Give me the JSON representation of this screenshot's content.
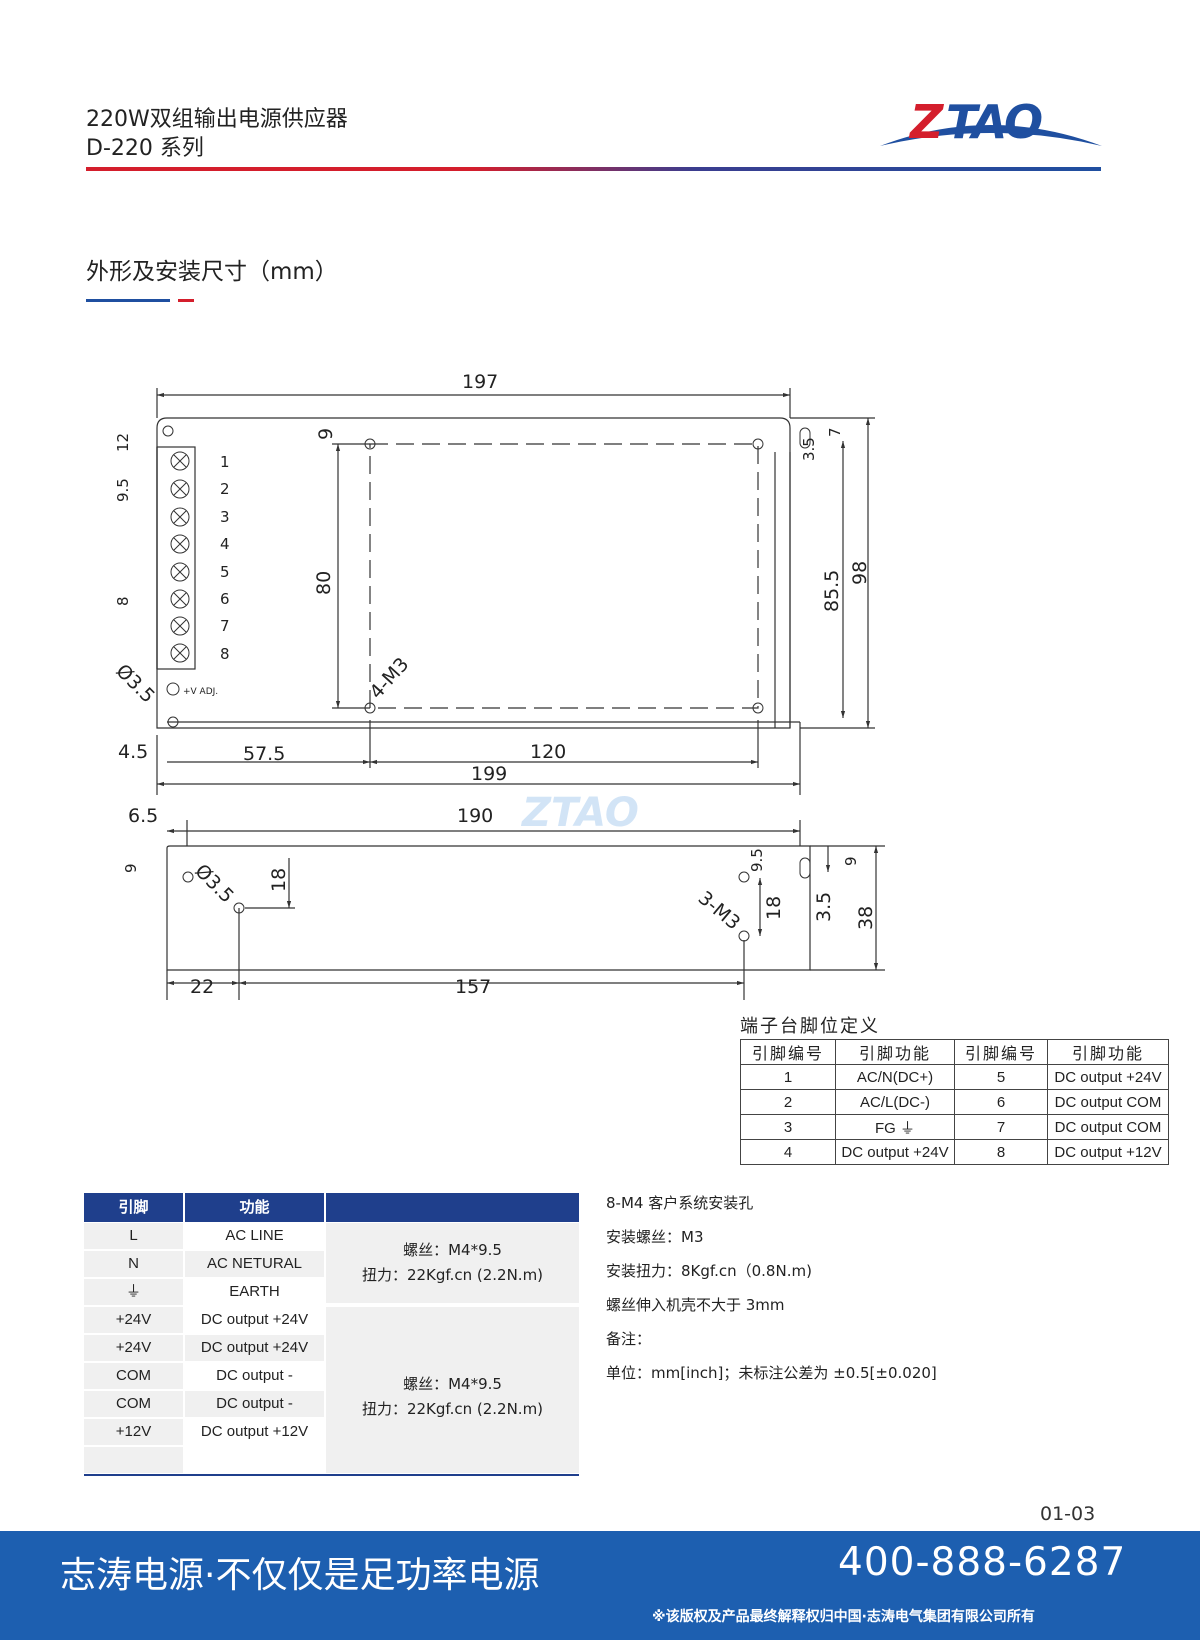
{
  "header": {
    "title_line1": "220W双组输出电源供应器",
    "title_line2": "D-220  系列",
    "logo_text": "ZTAO",
    "brand_colors": {
      "blue": "#1f4fa0",
      "red": "#d41e2c"
    }
  },
  "section": {
    "title": "外形及安装尺寸（mm）"
  },
  "drawing": {
    "top_view": {
      "terminal_numbers": [
        "1",
        "2",
        "3",
        "4",
        "5",
        "6",
        "7",
        "8"
      ],
      "vadj_label": "+V ADJ.",
      "dims": {
        "width_top": "197",
        "width_bottom": "199",
        "left_offset": "4.5",
        "hole_left": "57.5",
        "hole_span": "120",
        "hole_top": "9",
        "hole_height": "80",
        "height_inner": "85.5",
        "height_total": "98",
        "slot_small": "3.5",
        "slot_top": "7",
        "terminal_top": "12",
        "terminal_pitch": "9.5",
        "terminal_pitch2": "8",
        "hole_dia": "Ø3.5",
        "screw_holes": "4-M3"
      }
    },
    "side_view": {
      "dims": {
        "length": "190",
        "left_offset": "6.5",
        "top_hole": "9",
        "hole_dia": "Ø3.5",
        "left_hole_height": "18",
        "right_top": "9.5",
        "right_height": "18",
        "slot_w": "3.5",
        "slot_top": "9",
        "height": "38",
        "left_span": "22",
        "hole_span": "157",
        "screw_holes": "3-M3"
      }
    }
  },
  "pin_table": {
    "title": "端子台脚位定义",
    "headers": [
      "引脚编号",
      "引脚功能",
      "引脚编号",
      "引脚功能"
    ],
    "rows": [
      [
        "1",
        "AC/N(DC+)",
        "5",
        "DC output +24V"
      ],
      [
        "2",
        "AC/L(DC-)",
        "6",
        "DC output COM"
      ],
      [
        "3",
        "FG ⏚",
        "7",
        "DC output COM"
      ],
      [
        "4",
        "DC output +24V",
        "8",
        "DC output +12V"
      ]
    ]
  },
  "main_table": {
    "headers": [
      "引脚",
      "功能"
    ],
    "rows": [
      [
        "L",
        "AC LINE"
      ],
      [
        "N",
        "AC NETURAL"
      ],
      [
        "⏚",
        "EARTH"
      ],
      [
        "+24V",
        "DC output +24V"
      ],
      [
        "+24V",
        "DC output +24V"
      ],
      [
        "COM",
        "DC output -"
      ],
      [
        "COM",
        "DC output -"
      ],
      [
        "+12V",
        "DC output +12V"
      ],
      [
        "",
        ""
      ]
    ],
    "group1": {
      "line1": "螺丝：M4*9.5",
      "line2": "扭力：22Kgf.cn (2.2N.m)"
    },
    "group2": {
      "line1": "螺丝：M4*9.5",
      "line2": "扭力：22Kgf.cn (2.2N.m)"
    }
  },
  "notes": [
    "8-M4 客户系统安装孔",
    "安装螺丝：M3",
    "安装扭力：8Kgf.cn（0.8N.m)",
    "螺丝伸入机壳不大于 3mm",
    "备注：",
    "单位：mm[inch]；未标注公差为 ±0.5[±0.020]"
  ],
  "page_number": "01-03",
  "footer": {
    "slogan": "志涛电源·不仅仅是足功率电源",
    "phone": "400-888-6287",
    "copyright": "※该版权及产品最终解释权归中国·志涛电气集团有限公司所有"
  }
}
